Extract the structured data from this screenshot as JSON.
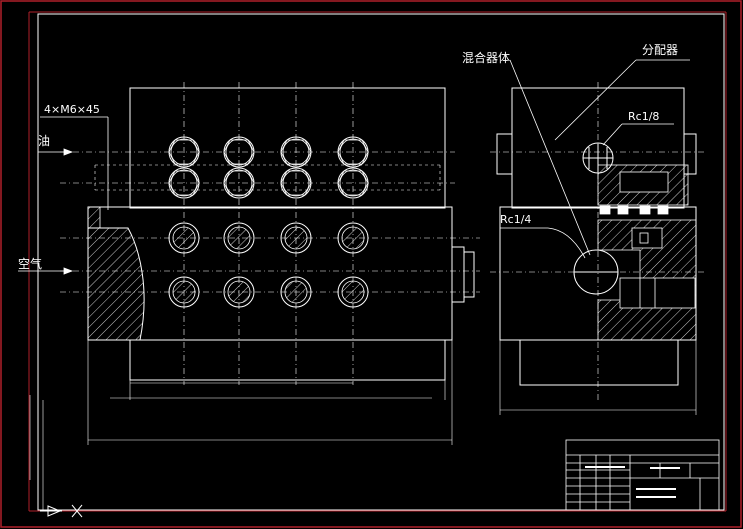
{
  "drawing": {
    "background_color": "#000000",
    "line_color": "#ffffff",
    "border_color": "#b0202a",
    "labels": {
      "mixer_body": "混合器体",
      "distributor": "分配器",
      "screw_spec": "4×M6×45",
      "rc_one_eighth": "Rc1/8",
      "rc_one_quarter": "Rc1/4",
      "oil": "油",
      "air": "空气"
    },
    "icons": {
      "hole": "hex-nut-circle",
      "port": "circle-port"
    }
  }
}
